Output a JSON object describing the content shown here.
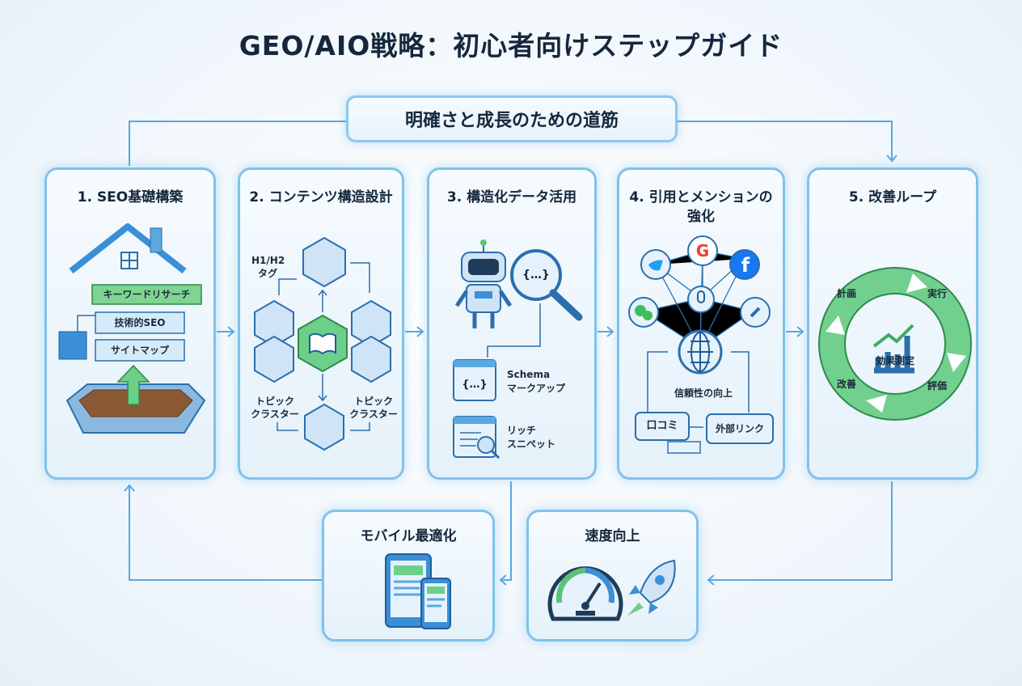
{
  "title": "GEO/AIO戦略：初心者向けステップガイド",
  "banner": "明確さと成長のための道筋",
  "steps": [
    {
      "title": "1. SEO基礎構築",
      "labels": [
        "キーワードリサーチ",
        "技術的SEO",
        "サイトマップ"
      ]
    },
    {
      "title": "2. コンテンツ構造設計",
      "labels": [
        "H1/H2",
        "タグ",
        "トピック",
        "クラスター",
        "トピック",
        "クラスター"
      ]
    },
    {
      "title": "3. 構造化データ活用",
      "labels": [
        "Schema",
        "マークアップ",
        "リッチ",
        "スニペット"
      ],
      "code": "{…}"
    },
    {
      "title": "4. 引用とメンションの強化",
      "labels": [
        "信頼性の向上",
        "口コミ",
        "外部リンク"
      ]
    },
    {
      "title": "5. 改善ループ",
      "labels": [
        "計画",
        "実行",
        "評価",
        "改善",
        "効果測定"
      ]
    }
  ],
  "extras": [
    {
      "title": "モバイル最適化"
    },
    {
      "title": "速度向上"
    }
  ],
  "colors": {
    "accent": "#3a8fd6",
    "green": "#5cc27a",
    "border": "#7fc2ec",
    "text": "#15273d"
  }
}
